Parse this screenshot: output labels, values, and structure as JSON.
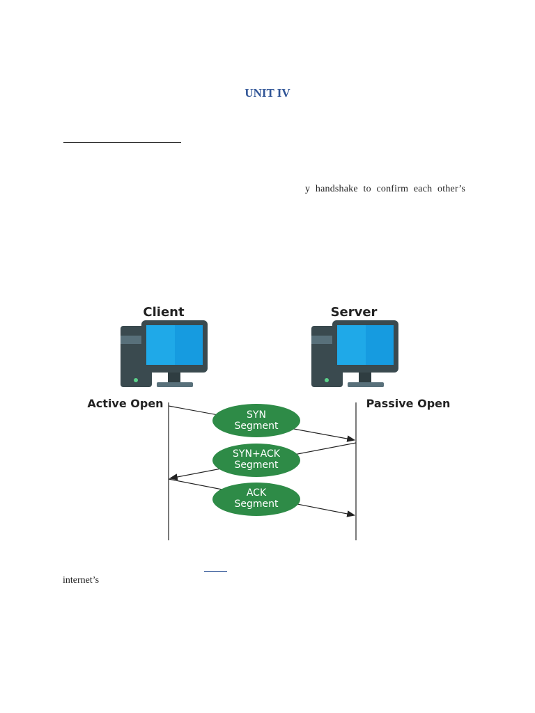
{
  "document": {
    "title": "UNIT IV",
    "partial_line": "y handshake to confirm each other’s",
    "trailing_text": "internet’s"
  },
  "diagram": {
    "client_label": "Client",
    "server_label": "Server",
    "active_open_label": "Active Open",
    "passive_open_label": "Passive Open",
    "syn_line1": "SYN",
    "syn_line2": "Segment",
    "synack_line1": "SYN+ACK",
    "synack_line2": "Segment",
    "ack_line1": "ACK",
    "ack_line2": "Segment"
  },
  "colors": {
    "title": "#2f5496",
    "segment_green": "#2e8b47",
    "screen_blue": "#1fa9e8",
    "computer_dark": "#3a4a4f"
  },
  "icons": [
    "client-computer-icon",
    "server-computer-icon"
  ]
}
